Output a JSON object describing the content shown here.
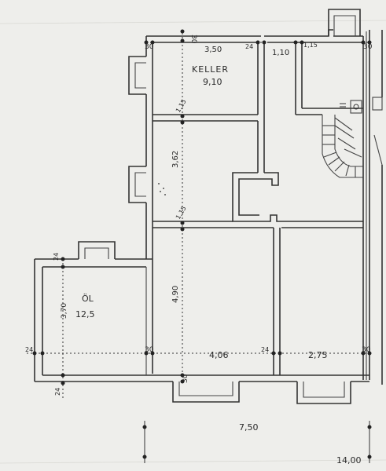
{
  "labels": {
    "room_keller_name": "KELLER",
    "room_keller_area": "9,10",
    "room_keller_width": "3,50",
    "room_oel_name": "ÖL",
    "room_oel_area": "12,5",
    "room_oel_height": "3,70",
    "room_mid_height": "3,62",
    "room_lower_height": "4,90",
    "room_lower_width": "4,06",
    "room_right_width": "2,75",
    "room_top_right_width": "1,10",
    "wall_30_top": "30",
    "wall_30_left": "30",
    "wall_30_mid_left": "30",
    "wall_30_bottom": "30",
    "wall_30_right": "30",
    "wall_30_right_bottom": "30",
    "wall_24_top": "24",
    "wall_24_left_top": "24",
    "wall_24_left_mid": "24",
    "wall_24_left_bottom": "24",
    "wall_24_mid_bottom": "24",
    "wall_115_top": "1,15",
    "wall_115_mid": "1,15",
    "wall_115_left": "1,15",
    "dim_total_width": "7,50",
    "dim_overall": "14,00"
  }
}
